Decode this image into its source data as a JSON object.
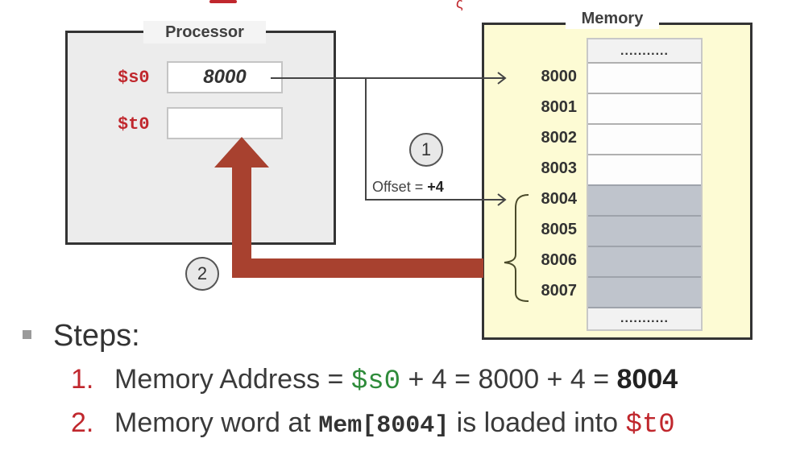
{
  "colors": {
    "accent_red": "#c0272d",
    "arrow_brown_red": "#a8412f",
    "register_green": "#2e8b3a",
    "memory_bg": "#fdfbd4",
    "processor_bg": "#ececec",
    "highlighted_word": "#bfc4cc"
  },
  "top_remnant": {
    "glyph": "ς"
  },
  "processor": {
    "title": "Processor",
    "registers": [
      {
        "name": "$s0",
        "value": "8000"
      },
      {
        "name": "$t0",
        "value": ""
      }
    ]
  },
  "memory": {
    "title": "Memory",
    "top_ellipsis": "...........",
    "bottom_ellipsis": "...........",
    "cells": [
      {
        "address": "8000",
        "highlighted": false
      },
      {
        "address": "8001",
        "highlighted": false
      },
      {
        "address": "8002",
        "highlighted": false
      },
      {
        "address": "8003",
        "highlighted": false
      },
      {
        "address": "8004",
        "highlighted": true
      },
      {
        "address": "8005",
        "highlighted": true
      },
      {
        "address": "8006",
        "highlighted": true
      },
      {
        "address": "8007",
        "highlighted": true
      }
    ]
  },
  "annotations": {
    "step1_badge": "1",
    "step2_badge": "2",
    "offset_label": "Offset = ",
    "offset_value": "+4"
  },
  "steps": {
    "title": "Steps:",
    "items": [
      {
        "number": "1.",
        "parts": {
          "prefix": "Memory Address = ",
          "reg": "$s0",
          "middle": " + 4 = 8000 + 4 = ",
          "result": "8004"
        }
      },
      {
        "number": "2.",
        "parts": {
          "prefix": "Memory word at ",
          "mem": "Mem[8004]",
          "middle": " is loaded into ",
          "reg": "$t0"
        }
      }
    ]
  }
}
